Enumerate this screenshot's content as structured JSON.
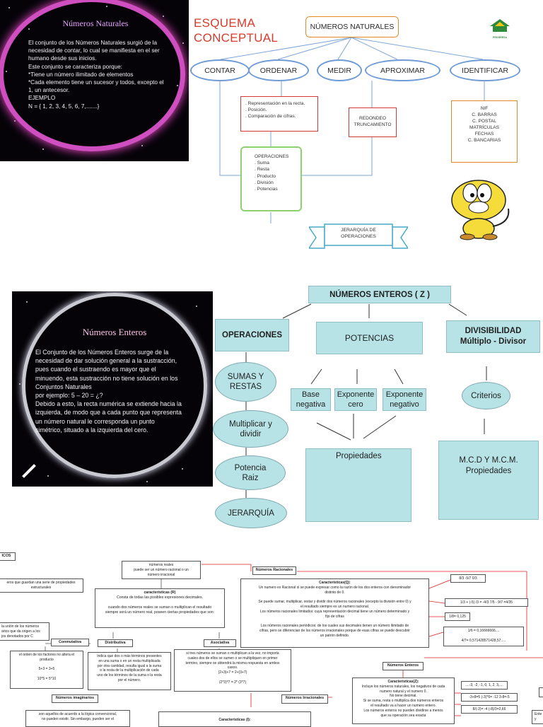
{
  "section1": {
    "panel": {
      "title": "Números Naturales",
      "body": "El conjunto de los Números Naturales surgió de la\nnecesidad de contar, lo cual se manifiesta en el ser\nhumano desde sus inicios.\nEste conjunto se caracteriza porque:\n*Tiene un número ilimitado de elementos\n*Cada elemento tiene un sucesor y todos, excepto el\n1, un antecesor.\nEJEMPLO\nN = { 1, 2, 3, 4, 5, 6, 7,.......}"
    },
    "title_line1": "ESQUEMA",
    "title_line2": "CONCEPTUAL",
    "logo_text": "PROGRESA",
    "root": "NÚMEROS NATURALES",
    "ovals": [
      "CONTAR",
      "ORDENAR",
      "MEDIR",
      "APROXIMAR",
      "IDENTIFICAR"
    ],
    "box_recta": ". Representación en la recta.\n. Posición.\n. Comparación de cifras.",
    "box_redondeo": "REDONDEO\nTRUNCAMIENTO",
    "box_identificar": "NIF\nC. BARRAS\nC. POSTAL\nMATRÍCULAS\nFECHAS\nC. BANCARIAS",
    "operaciones": "OPERACIONES\n. Suma\n. Resta\n. Producto\n. División\n. Potencias",
    "jerarquia": "JERARQUÍA DE\nOPERACIONES"
  },
  "section2": {
    "panel": {
      "title": "Números Enteros",
      "body": "El Conjunto de los Números Enteros surge de la\nnecesidad de dar solución general a la sustracción,\npues cuando el sustraendo es mayor que el\nminuendo, esta sustracción no tiene solución en los\nConjuntos Naturales\npor ejemplo:  5 – 20 =  ¿?\nDebido a esto, la recta numérica se extiende hacia la\nizquierda, de modo que a cada punto que representa\nun número natural le corresponda un punto\nsimétrico, situado a la izquierda del cero."
    },
    "root": "NÚMEROS ENTEROS ( Z )",
    "operaciones": "OPERACIONES",
    "potencias": "POTENCIAS",
    "divisibilidad": "DIVISIBILIDAD\nMúltiplo - Divisor",
    "ovals": [
      "SUMAS Y\nRESTAS",
      "Multiplicar y\ndividir",
      "Potencia\nRaiz",
      "JERARQUÍA"
    ],
    "base_negativa": "Base\nnegativa",
    "exponente_cero": "Exponente\ncero",
    "exponente_negativo": "Exponente\nnegativo",
    "propiedades": "Propiedades",
    "criterios": "Criterios",
    "mcd": "M.C.D Y M.C.M.\nPropiedades"
  },
  "section3": {
    "top_left_label": "ICOS",
    "estructurales": "eros que guardan una serie de propiedades\nestructurales",
    "reales": "números reales\npuede ser un número racional o un\nnúmero irracional",
    "caract_r_title": "características (R)",
    "caract_r": "Consta de todas las posibles expresiones decimales.\n\ncuando dos números reales se suman o multiplican el resultado\nsiempre será un número real, poseen ciertas propiedades que son:",
    "union": "la unión de los números\narios que da origen a los\njos denotados por C",
    "conmutativa": "Conmutativa",
    "distributiva": "Distributiva",
    "asociativa": "Asociativa",
    "orden": "el orden de los factores no altera el\nproducto\n\n5+3 = 3+5\n\n10*5 = 5*10",
    "distributiva_text": "indica que dos o más términos presentes\nen una suma o en un resta multiplicada\npor otra cantidad, resulta igual a la suma\no la resta de la multiplicación de cada\nuno de los términos de la suma o la resta\npor el número.",
    "asociativa_text": "si tres números se suman o multiplican a la vez, no importa\ncuales dos de ellos se sumen o se multipliquen en primer\ntermino, siempre se obtendrá la misma respuesta en ambos\ncasos.\n(2+3)+7  = 2+(3+7)\n\n(2*3)*7  = 2* (3*7)",
    "imaginarios": "Números imaginarios",
    "imaginarios_text": "son aquellos de acuerdo a la lógica convencional,\nno pueden existir. Sin embargo, pueden ser el",
    "irracionales": "Números Irracionales",
    "irracionales_caract": "Características (I):",
    "racionales": "Números Racionales",
    "racionales_caract_title": "Características(Q):",
    "racionales_caract": "Un  numero es Racional si se puede expresar como la razón de los dos enteros con denominador\ndistinto de 0.\n\nSe puede sumar, multiplicar, restar y dividir dos números racionales (excepto la división entre 0) y\nel resultado siempre es un numero racional.\nLos números racionales limitados: cuya representación decimal tiene un número determinado y\nfijo de cifras\n\nLos números racionales periódicos: de los cuales sus decimales tienen un número ilimitado de\ncifras, pero se diferencian de los números irracionales porque de esas cifras se puede descubrir\nun patrón definido.",
    "q_ex1": "8/3  -5/7  0/3",
    "q_ex2": "1/3 + (-5) /3 = -4/3          7/5 - 9/7 =4/35",
    "q_ex3": "1/8= 0,125",
    "q_ex4": "1/6 = 0,16666666....\n\n4/7= 0,571428571428,57.....",
    "enteros": "Números Enteros",
    "enteros_caract_title": "Características(Z):",
    "enteros_caract": "Incluye los números naturales, los negativos de cada\nnumero natural y el numero 0.\nNo tiene decimal.\nSi se suma, resta o multiplica dos números enteros\nel resultado va  a hacer un numero entero.\nLos números enteros no pueden dividirse a menos\nque su operación sea exacta",
    "z_ex1": "....-3, -2, -1, 0, 1, 2, 3,....",
    "z_ex2": "-3+8=5  (-3)*6= -12  3-8=-5",
    "z_ex3": "8/(-2)= -4    (-8)/3=2,66",
    "edge_text": "Ente\ny"
  }
}
